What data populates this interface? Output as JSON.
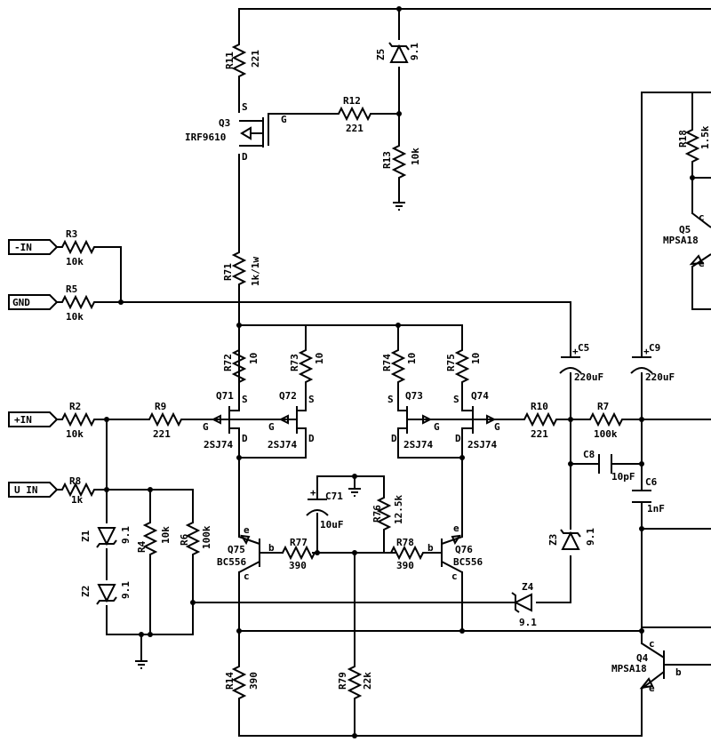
{
  "ports": {
    "minus_in": "-IN",
    "gnd": "GND",
    "plus_in": "+IN",
    "u_in": "U IN"
  },
  "resistors": {
    "R11": {
      "ref": "R11",
      "value": "221"
    },
    "R12": {
      "ref": "R12",
      "value": "221"
    },
    "R13": {
      "ref": "R13",
      "value": "10k"
    },
    "R3": {
      "ref": "R3",
      "value": "10k"
    },
    "R5": {
      "ref": "R5",
      "value": "10k"
    },
    "R71": {
      "ref": "R71",
      "value": "1k/1w"
    },
    "R72": {
      "ref": "R72",
      "value": "10"
    },
    "R73": {
      "ref": "R73",
      "value": "10"
    },
    "R74": {
      "ref": "R74",
      "value": "10"
    },
    "R75": {
      "ref": "R75",
      "value": "10"
    },
    "R2": {
      "ref": "R2",
      "value": "10k"
    },
    "R9": {
      "ref": "R9",
      "value": "221"
    },
    "R10": {
      "ref": "R10",
      "value": "221"
    },
    "R7": {
      "ref": "R7",
      "value": "100k"
    },
    "R8": {
      "ref": "R8",
      "value": "1k"
    },
    "R4": {
      "ref": "R4",
      "value": "10k"
    },
    "R6": {
      "ref": "R6",
      "value": "100k"
    },
    "R76": {
      "ref": "R76",
      "value": "12.5k"
    },
    "R77": {
      "ref": "R77",
      "value": "390"
    },
    "R78": {
      "ref": "R78",
      "value": "390"
    },
    "R14": {
      "ref": "R14",
      "value": "390"
    },
    "R79": {
      "ref": "R79",
      "value": "22k"
    },
    "R18": {
      "ref": "R18",
      "value": "1.5k"
    }
  },
  "capacitors": {
    "C5": {
      "ref": "C5",
      "value": "220uF"
    },
    "C9": {
      "ref": "C9",
      "value": "220uF"
    },
    "C8": {
      "ref": "C8",
      "value": "10pF"
    },
    "C6": {
      "ref": "C6",
      "value": "1nF"
    },
    "C71": {
      "ref": "C71",
      "value": "10uF"
    }
  },
  "diodes": {
    "Z5": {
      "ref": "Z5",
      "value": "9.1"
    },
    "Z1": {
      "ref": "Z1",
      "value": "9.1"
    },
    "Z2": {
      "ref": "Z2",
      "value": "9.1"
    },
    "Z3": {
      "ref": "Z3",
      "value": "9.1"
    },
    "Z4": {
      "ref": "Z4",
      "value": "9.1"
    }
  },
  "transistors": {
    "Q3": {
      "ref": "Q3",
      "part": "IRF9610"
    },
    "Q71": {
      "ref": "Q71",
      "part": "2SJ74"
    },
    "Q72": {
      "ref": "Q72",
      "part": "2SJ74"
    },
    "Q73": {
      "ref": "Q73",
      "part": "2SJ74"
    },
    "Q74": {
      "ref": "Q74",
      "part": "2SJ74"
    },
    "Q75": {
      "ref": "Q75",
      "part": "BC556"
    },
    "Q76": {
      "ref": "Q76",
      "part": "BC556"
    },
    "Q5": {
      "ref": "Q5",
      "part": "MPSA18"
    },
    "Q4": {
      "ref": "Q4",
      "part": "MPSA18"
    }
  },
  "pins": {
    "s": "S",
    "g": "G",
    "d": "D",
    "e": "e",
    "b": "b",
    "c": "c",
    "plus": "+"
  }
}
